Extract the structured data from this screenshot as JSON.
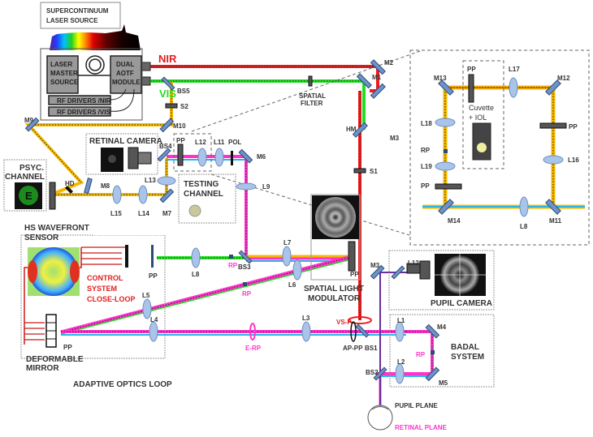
{
  "title": "Adaptive optics visual simulator optical layout",
  "colors": {
    "nir": "#ee1c1c",
    "vis": "#22dd22",
    "yellow_beam": "#f5b800",
    "magenta_beam": "#ff33cc",
    "cyan_beam": "#29b6e8",
    "purple_beam": "#6a2ea0",
    "label_red": "#e02020",
    "label_magenta": "#ff33cc",
    "label_green": "#22dd22"
  },
  "source": {
    "title_line1": "SUPERCONTINUUM",
    "title_line2": "LASER SOURCE",
    "laser_line1": "LASER",
    "laser_line2": "MASTER",
    "laser_line3": "SOURCE",
    "aotf_line1": "DUAL",
    "aotf_line2": "AOTF",
    "aotf_line3": "MODULE",
    "rf_nir": "RF DRIVERS /NIR",
    "rf_vis": "RF DRIVERS /VIS",
    "nir_label": "NIR",
    "vis_label": "VIS"
  },
  "components": {
    "bs5": "BS5",
    "s2": "S2",
    "m10": "M10",
    "m9": "M9",
    "spatial_filter_1": "SPATIAL",
    "spatial_filter_2": "FILTER",
    "m1": "M1",
    "m2": "M2",
    "m3": "M3",
    "hm": "HM",
    "s1": "S1",
    "retinal_camera": "RETINAL CAMERA",
    "bs4": "BS4",
    "pp_test": "PP",
    "l12": "L12",
    "l11": "L11",
    "pol": "POL",
    "m6": "M6",
    "l9": "L9",
    "testing_1": "TESTING",
    "testing_2": "CHANNEL",
    "psyc_1": "PSYC.",
    "psyc_2": "CHANNEL",
    "hd": "HD",
    "m8": "M8",
    "l15": "L15",
    "l14": "L14",
    "l13": "L13",
    "m7": "M7",
    "hs_1": "HS WAVEFRONT",
    "hs_2": "SENSOR",
    "pp_hs": "PP",
    "control_1": "CONTROL",
    "control_2": "SYSTEM",
    "control_3": "CLOSE-LOOP",
    "l8": "L8",
    "rp1": "RP",
    "bs3": "BS3",
    "l7": "L7",
    "l6": "L6",
    "rp2": "RP",
    "l5": "L5",
    "l4": "L4",
    "pp_dm": "PP",
    "dm_1": "DEFORMABLE",
    "dm_2": "MIRROR",
    "ao_loop": "ADAPTIVE OPTICS LOOP",
    "slm_1": "SPATIAL LIGHT",
    "slm_2": "MODULATOR",
    "pp_slm": "PP",
    "erp": "E-RP",
    "l3": "L3",
    "vsp": "VS-P",
    "ap_pp": "AP-PP",
    "bs1": "BS1",
    "m3b": "M3",
    "l12b": "L12",
    "pupil_camera": "PUPIL CAMERA",
    "l1": "L1",
    "m4": "M4",
    "rp3": "RP",
    "l2": "L2",
    "m5": "M5",
    "bs2": "BS2",
    "badal_1": "BADAL",
    "badal_2": "SYSTEM",
    "pupil_plane": "PUPIL PLANE",
    "retinal_plane": "RETINAL  PLANE"
  },
  "inset": {
    "m13": "M13",
    "pp_top": "PP",
    "l17": "L17",
    "m12": "M12",
    "cuvette_1": "Cuvette",
    "cuvette_2": "+ IOL",
    "l18": "L18",
    "rp": "RP",
    "l19": "L19",
    "pp_left": "PP",
    "pp_right": "PP",
    "l16": "L16",
    "m14": "M14",
    "l8": "L8",
    "m11": "M11"
  },
  "psyc_letter": "E"
}
